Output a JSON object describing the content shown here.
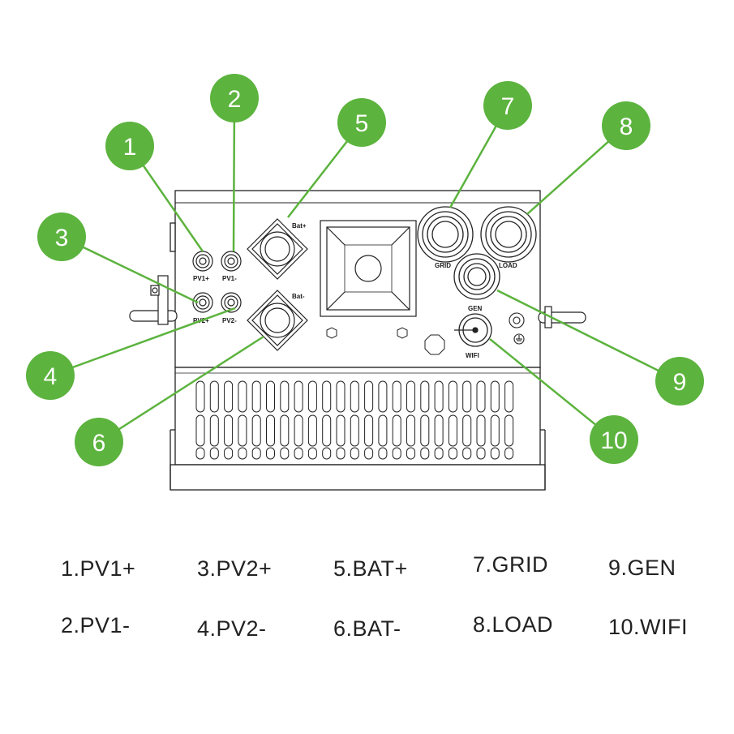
{
  "colors": {
    "callout_fill": "#5cb33e",
    "callout_text": "#ffffff",
    "line": "#222222",
    "callout_line": "#5cb33e"
  },
  "labels": {
    "pv1_pos": "PV1+",
    "pv1_neg": "PV1-",
    "pv2_pos": "PV2+",
    "pv2_neg": "PV2-",
    "bat_pos": "Bat+",
    "bat_neg": "Bat-",
    "grid": "GRID",
    "load": "LOAD",
    "gen": "GEN",
    "wifi": "WIFI"
  },
  "callouts": [
    "1",
    "2",
    "3",
    "4",
    "5",
    "6",
    "7",
    "8",
    "9",
    "10"
  ],
  "legend": [
    "1.PV1+",
    "2.PV1-",
    "3.PV2+",
    "4.PV2-",
    "5.BAT+",
    "6.BAT-",
    "7.GRID",
    "8.LOAD",
    "9.GEN",
    "10.WIFI"
  ]
}
